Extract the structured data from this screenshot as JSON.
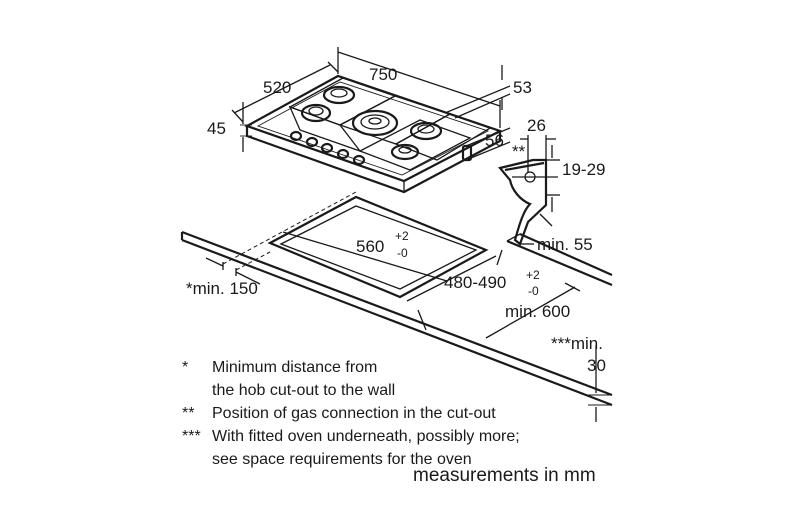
{
  "dimensions": {
    "width": "750",
    "depth": "520",
    "height": "45",
    "top_offset": "53",
    "gas_height": "56",
    "gas_offset": "26",
    "worktop_thickness": "19-29",
    "cutout_width": "560",
    "cutout_width_tol_plus": "+2",
    "cutout_width_tol_minus": "-0",
    "cutout_depth": "480-490",
    "cutout_depth_tol_plus": "+2",
    "cutout_depth_tol_minus": "-0",
    "min_wall": "*min. 150",
    "min_edge": "min. 55",
    "min_worktop": "min. 600",
    "min_oven_label": "***min.",
    "min_oven_value": "30",
    "gas_marker": "**"
  },
  "notes": [
    {
      "mark": "*",
      "text": "Minimum distance from"
    },
    {
      "mark": "",
      "text": "the hob cut-out to the wall"
    },
    {
      "mark": "**",
      "text": "Position of gas connection in the cut-out"
    },
    {
      "mark": "***",
      "text": "With fitted oven underneath, possibly more;"
    },
    {
      "mark": "",
      "text": "see space requirements for the oven"
    }
  ],
  "units": "measurements in mm"
}
